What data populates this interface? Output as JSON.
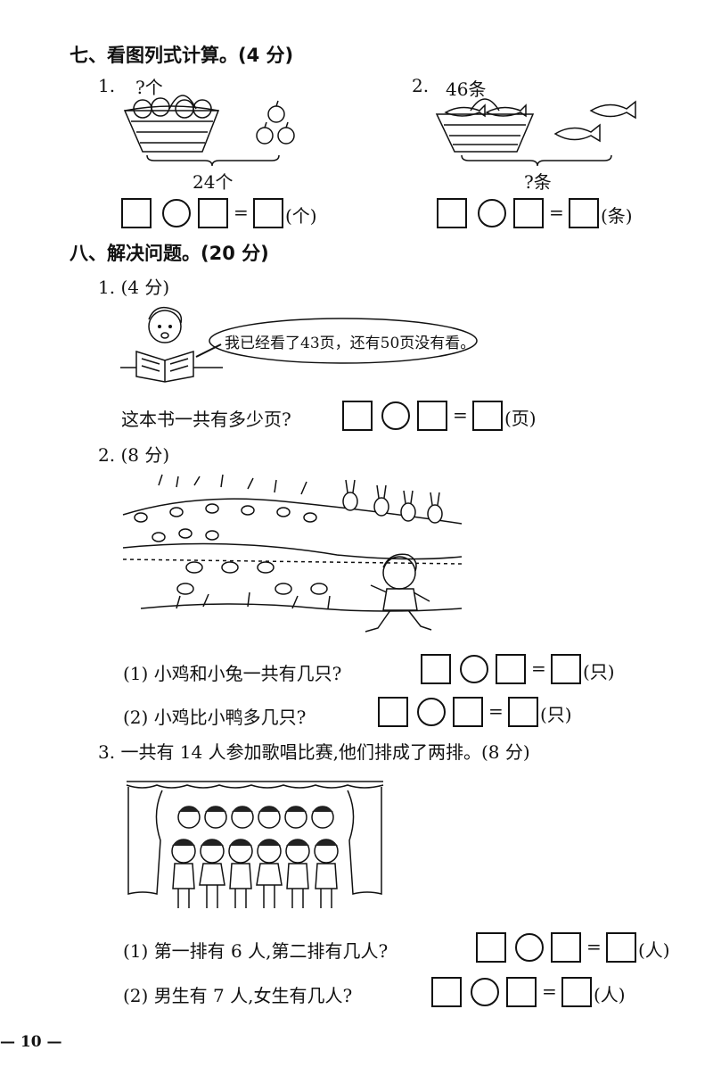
{
  "section7": {
    "heading": "七、看图列式计算。(4 分)",
    "q1": {
      "number": "1.",
      "top_label": "?个",
      "brace_label": "24个",
      "unit": "(个)"
    },
    "q2": {
      "number": "2.",
      "top_label": "46条",
      "brace_label": "?条",
      "unit": "(条)"
    }
  },
  "section8": {
    "heading": "八、解决问题。(20 分)",
    "q1": {
      "label": "1. (4 分)",
      "speech": "我已经看了43页，还有50页没有看。",
      "question": "这本书一共有多少页?",
      "unit": "(页)"
    },
    "q2": {
      "label": "2. (8 分)",
      "sub1": {
        "text": "(1) 小鸡和小兔一共有几只?",
        "unit": "(只)"
      },
      "sub2": {
        "text": "(2) 小鸡比小鸭多几只?",
        "unit": "(只)"
      }
    },
    "q3": {
      "label": "3. 一共有 14 人参加歌唱比赛,他们排成了两排。(8 分)",
      "sub1": {
        "text": "(1) 第一排有 6 人,第二排有几人?",
        "unit": "(人)"
      },
      "sub2": {
        "text": "(2) 男生有 7 人,女生有几人?",
        "unit": "(人)"
      }
    }
  },
  "footer": {
    "page": "— 10 —"
  }
}
